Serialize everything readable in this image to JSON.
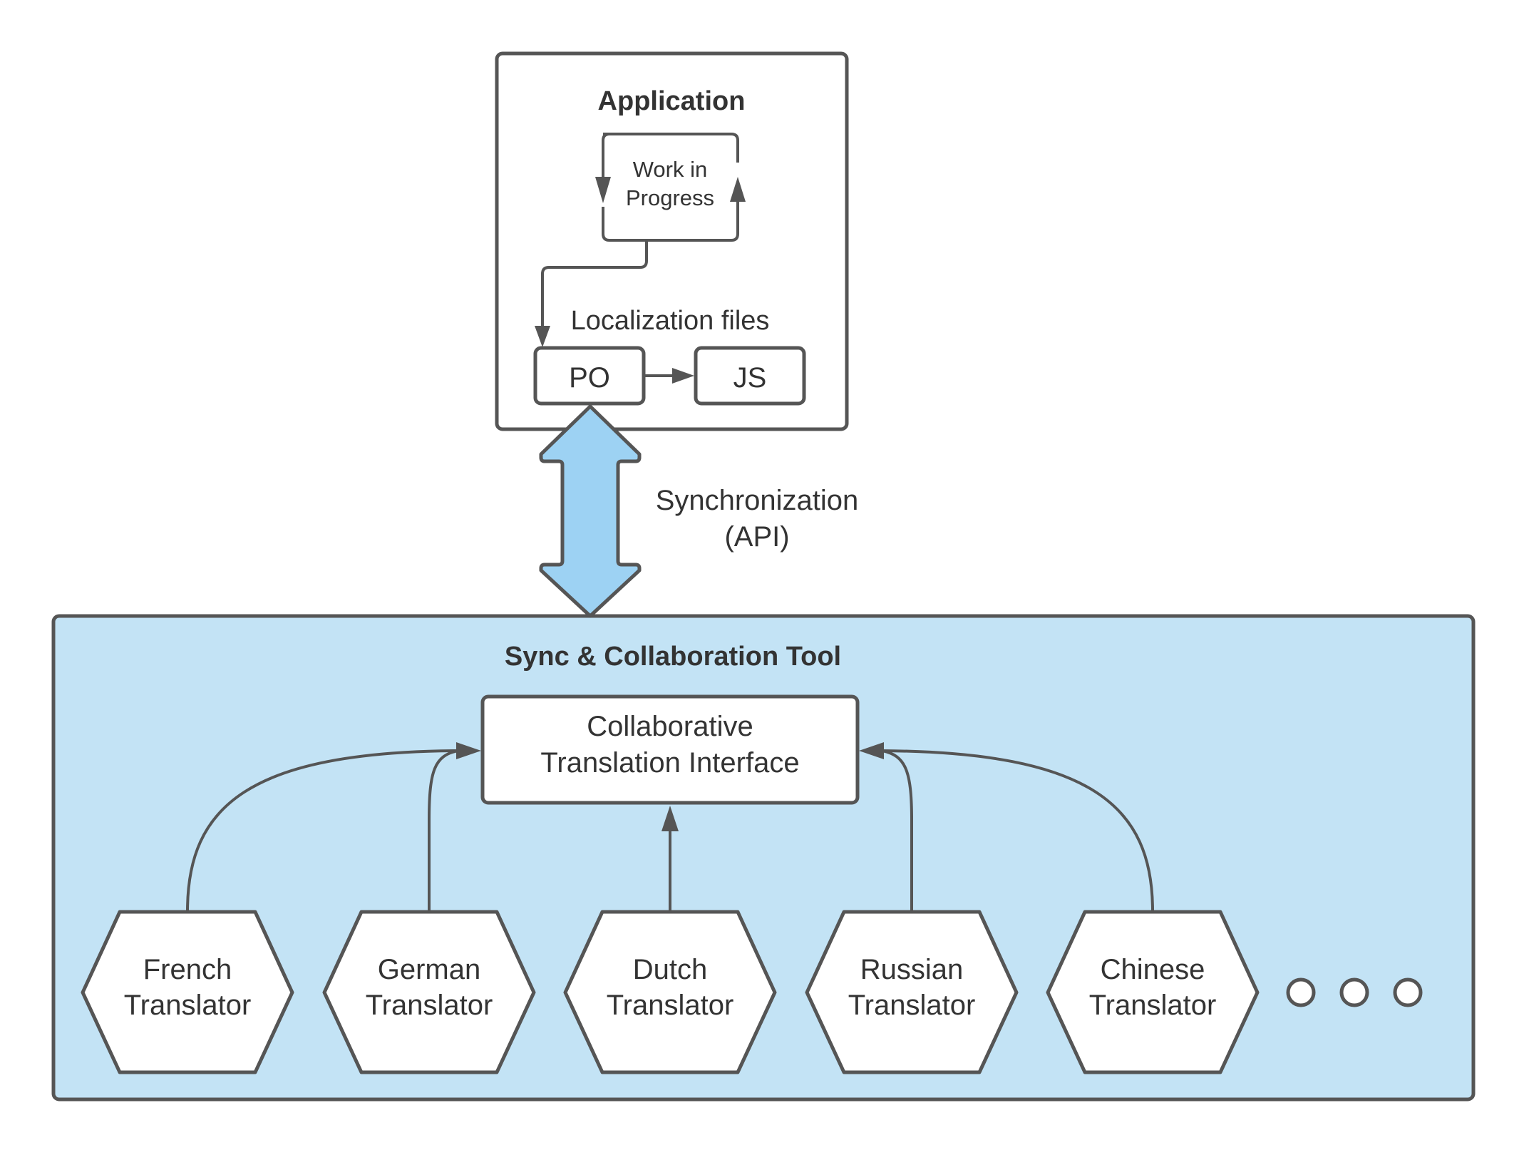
{
  "colors": {
    "stroke": "#555555",
    "text": "#333333",
    "panel_fill": "#c3e3f5",
    "sync_arrow_fill": "#9dd2f3",
    "node_fill": "#ffffff"
  },
  "application": {
    "title": "Application",
    "wip_line1": "Work in",
    "wip_line2": "Progress",
    "localization_label": "Localization files",
    "po_label": "PO",
    "js_label": "JS"
  },
  "sync": {
    "line1": "Synchronization",
    "line2": "(API)"
  },
  "tool": {
    "title": "Sync & Collaboration Tool",
    "interface_line1": "Collaborative",
    "interface_line2": "Translation Interface",
    "translators": [
      {
        "line1": "French",
        "line2": "Translator"
      },
      {
        "line1": "German",
        "line2": "Translator"
      },
      {
        "line1": "Dutch",
        "line2": "Translator"
      },
      {
        "line1": "Russian",
        "line2": "Translator"
      },
      {
        "line1": "Chinese",
        "line2": "Translator"
      }
    ],
    "more_indicator_icon": "ellipsis-circles-icon"
  }
}
